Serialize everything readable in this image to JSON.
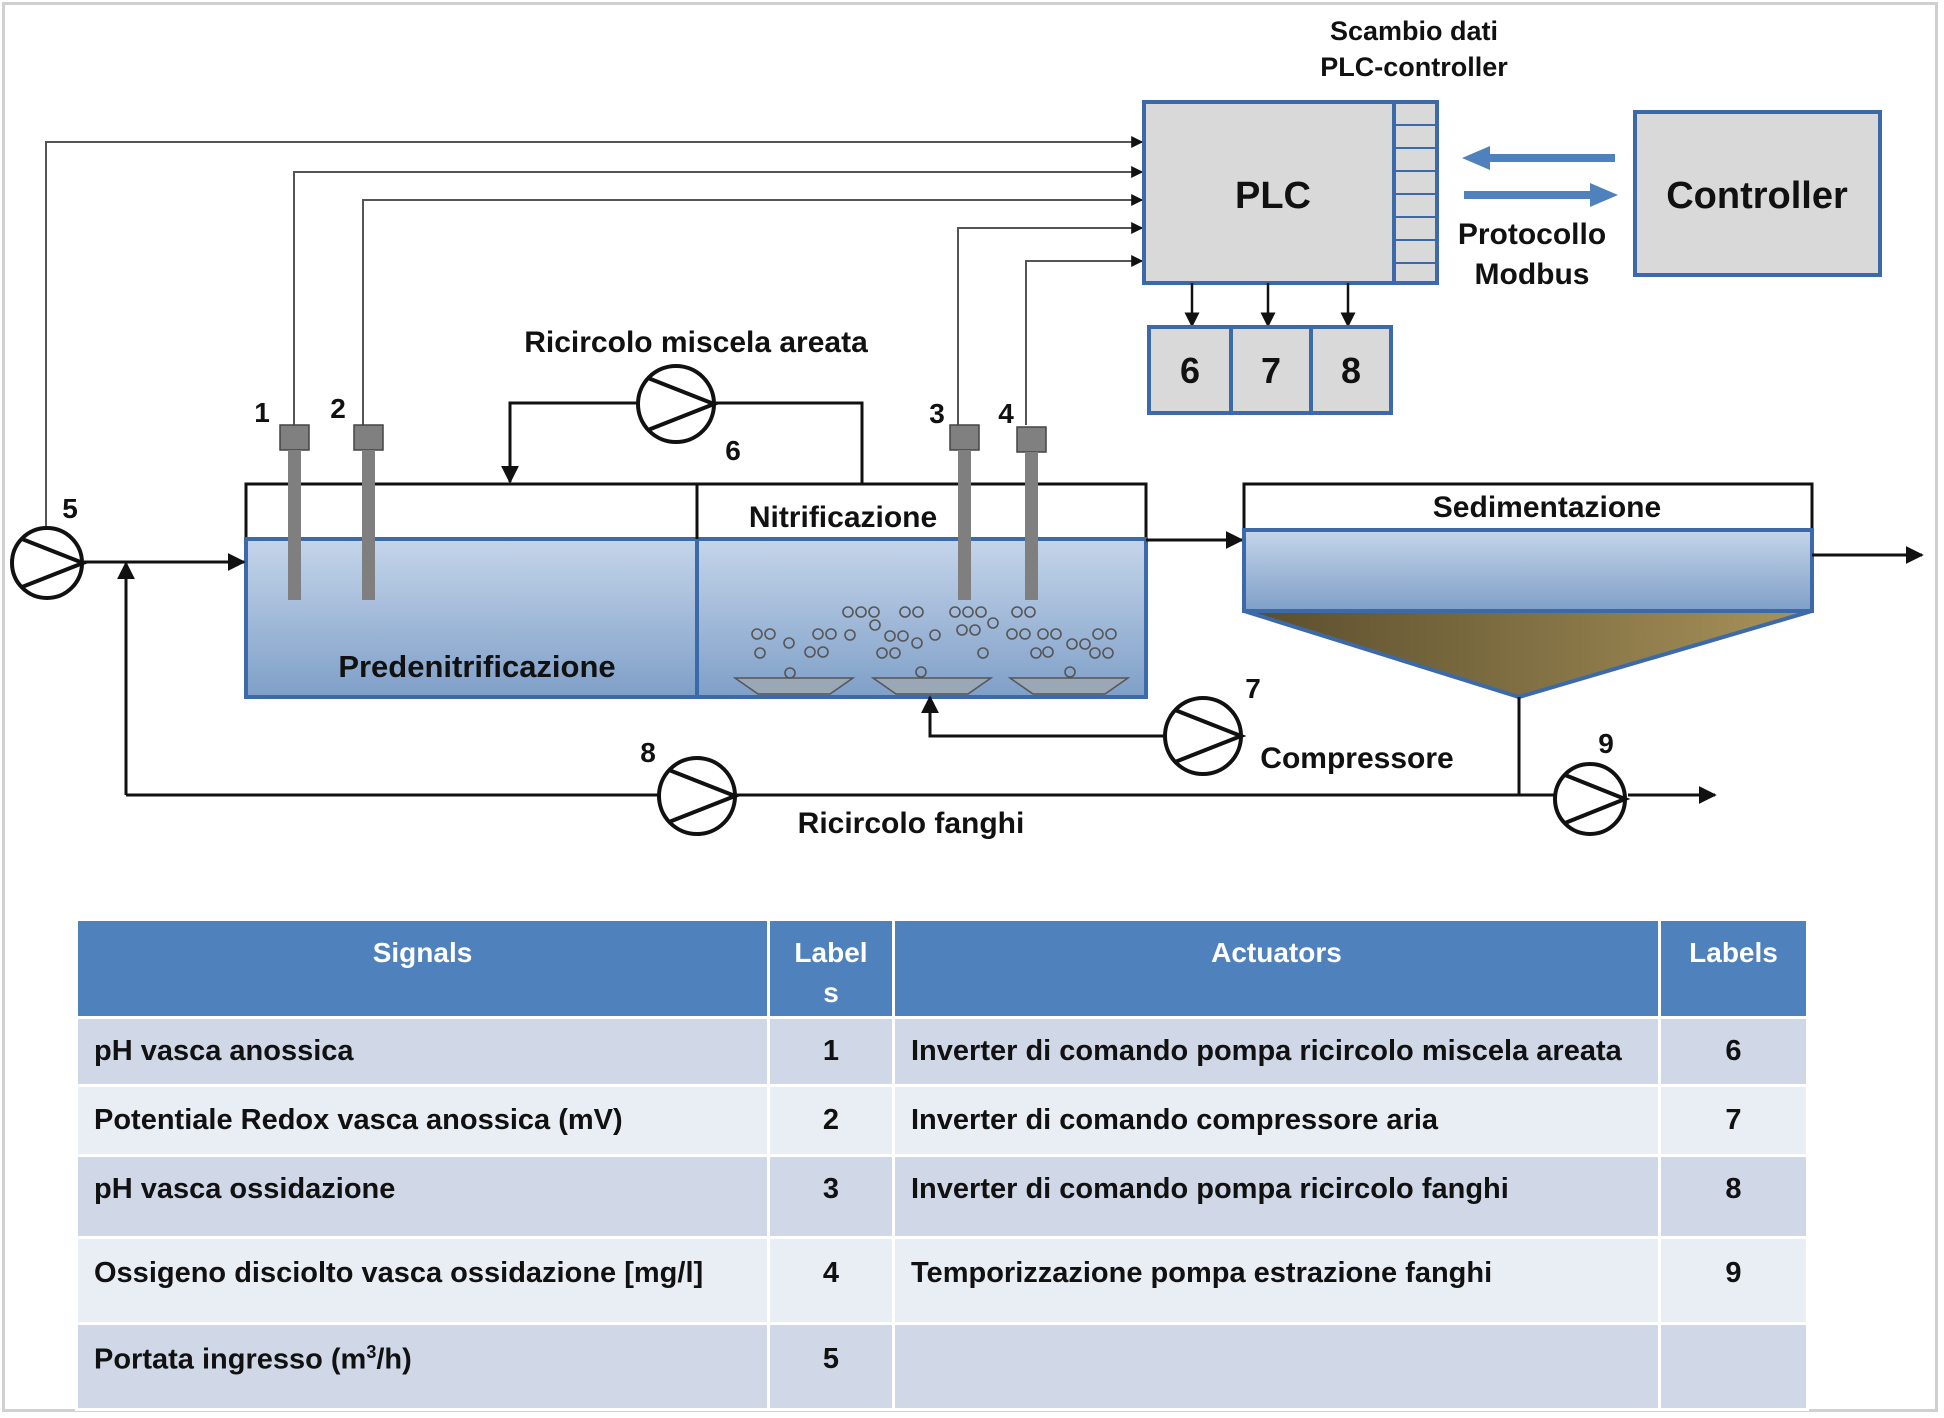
{
  "diagram": {
    "plc": {
      "title": "PLC",
      "outputs": [
        "6",
        "7",
        "8"
      ]
    },
    "controller": {
      "title": "Controller"
    },
    "exchange_label_1": "Scambio dati",
    "exchange_label_2": "PLC-controller",
    "protocol_label_1": "Protocollo",
    "protocol_label_2": "Modbus",
    "recirc_mixed_label": "Ricircolo miscela areata",
    "tanks": {
      "predenitrification": "Predenitrificazione",
      "nitrification": "Nitrificazione",
      "sedimentation": "Sedimentazione"
    },
    "compressor_label": "Compressore",
    "sludge_recirc_label": "Ricircolo fanghi",
    "probe_numbers": [
      "1",
      "2",
      "3",
      "4"
    ],
    "pump_numbers": {
      "inlet": "5",
      "recirc": "6",
      "compressor": "7",
      "sludge": "8",
      "extraction": "9"
    },
    "colors": {
      "tank_water": "#a8bfda",
      "tank_border": "#3c6aa8",
      "sludge": "#8a7a45",
      "box_fill": "#d9d9d9",
      "arrow_blue": "#4f81bd"
    }
  },
  "table": {
    "headers": {
      "signals": "Signals",
      "labels_1": "Label",
      "labels_2": "s",
      "actuators": "Actuators",
      "labels": "Labels"
    },
    "rows": [
      {
        "signal": "pH vasca anossica",
        "signal_label": "1",
        "actuator": "Inverter di comando pompa ricircolo miscela areata",
        "actuator_label": "6"
      },
      {
        "signal": "Potentiale Redox vasca anossica (mV)",
        "signal_label": "2",
        "actuator": "Inverter di comando compressore aria",
        "actuator_label": "7"
      },
      {
        "signal": "pH vasca ossidazione",
        "signal_label": "3",
        "actuator": "Inverter di comando pompa ricircolo fanghi",
        "actuator_label": "8"
      },
      {
        "signal": "Ossigeno disciolto vasca ossidazione [mg/l]",
        "signal_label": "4",
        "actuator": "Temporizzazione pompa estrazione fanghi",
        "actuator_label": "9"
      },
      {
        "signal_prefix": "Portata ingresso (m",
        "signal_sup": "3",
        "signal_suffix": "/h)",
        "signal_label": "5",
        "actuator": "",
        "actuator_label": ""
      }
    ]
  }
}
